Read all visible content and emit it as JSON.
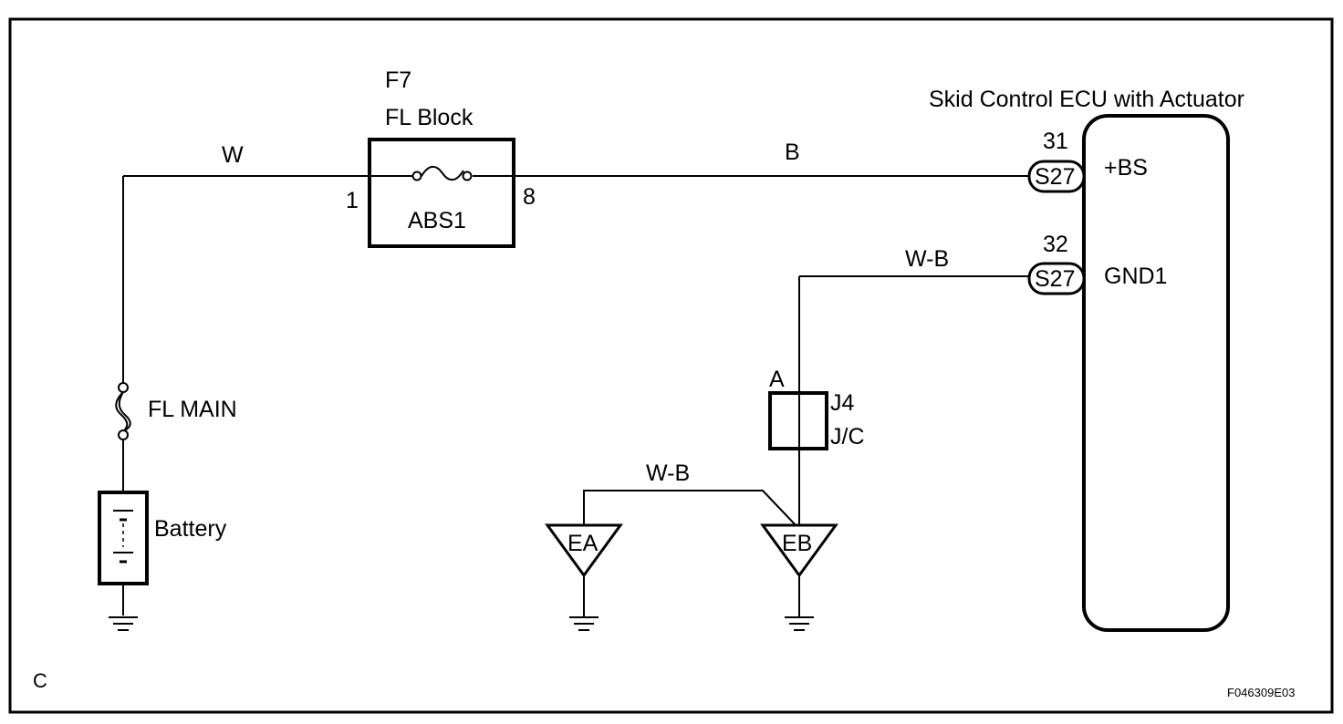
{
  "fl_block": {
    "connector": "F7",
    "name": "FL Block",
    "fuse": "ABS1",
    "pin_in": "1",
    "pin_out": "8"
  },
  "wires": {
    "battery_to_block": "W",
    "block_to_ecu": "B",
    "ecu_ground": "W-B",
    "ground_link": "W-B"
  },
  "fl_main": "FL MAIN",
  "battery": "Battery",
  "ecu": {
    "title": "Skid Control ECU with Actuator",
    "pins": [
      {
        "number": "31",
        "connector": "S27",
        "signal": "+BS"
      },
      {
        "number": "32",
        "connector": "S27",
        "signal": "GND1"
      }
    ]
  },
  "junction": {
    "pin": "A",
    "id": "J4",
    "type": "J/C"
  },
  "grounds": [
    "EA",
    "EB"
  ],
  "corner_letter": "C",
  "figure_code": "F046309E03"
}
